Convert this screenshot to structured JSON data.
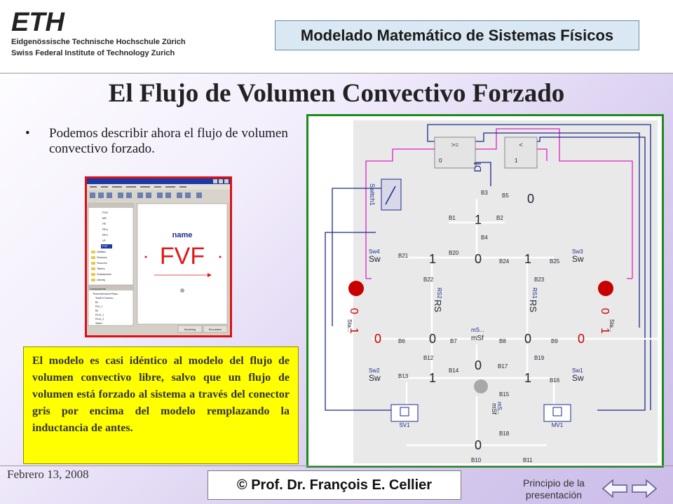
{
  "header": {
    "institution_lines": [
      "Eidgenössische Technische Hochschule Zürich",
      "Swiss Federal Institute of Technology Zurich"
    ],
    "course_title": "Modelado Matemático de Sistemas Físicos"
  },
  "slide": {
    "title": "El Flujo de Volumen Convectivo Forzado",
    "bullet": "Podemos describir ahora el flujo de volumen convectivo forzado.",
    "note": "El modelo es casi idéntico al modelo del flujo de volumen convectivo libre, salvo que un flujo de volumen está forzado al sistema a través del conector gris por encima del modelo remplazando la inductancia de antes."
  },
  "screenshot": {
    "icon_name": "name",
    "icon_label": "FVF",
    "tree_items": [
      "PVE",
      "ME",
      "PE",
      "RFq",
      "RFV",
      "VF",
      "FVF",
      "Utilities",
      "Sensors",
      "Sources",
      "Tables",
      "Substances",
      "Library"
    ],
    "components_header": "Components",
    "component_items": [
      "ThermoBondLib.Passi...",
      "TestFvf Thermo...",
      "B1",
      "Fb3_1",
      "B2",
      "Fb13_1",
      "Fb13_2",
      "State1"
    ],
    "tab_labels": [
      "Modeling",
      "Simulation"
    ]
  },
  "diagram": {
    "blocks": {
      "cmp_ge": ">=",
      "cmp_lt": "<",
      "switch": "Switch1",
      "df": "Df",
      "sw4": "Sw4",
      "sw3": "Sw3",
      "sw2": "Sw2",
      "sw1": "Sw1",
      "sw": "Sw",
      "rs1": "RS1",
      "rs2": "RS2",
      "rs": "RS",
      "msf_top": "mS...",
      "msf": "mSf",
      "msf_lower": "mS...",
      "msf_lower2": "mSf",
      "sv1": "SV1",
      "mv1": "MV1",
      "sta": "Sta..."
    },
    "bond_labels": [
      "B5",
      "B3",
      "B1",
      "B2",
      "B4",
      "B21",
      "B20",
      "B24",
      "B25",
      "B22",
      "B23",
      "B6",
      "B7",
      "B8",
      "B9",
      "B12",
      "B19",
      "B14",
      "B17",
      "B13",
      "B16",
      "B15",
      "B18",
      "B10",
      "B11"
    ],
    "junction_values": [
      "0",
      "1",
      "1",
      "0",
      "1",
      "0",
      "0",
      "0",
      "0",
      "0",
      "1",
      "1",
      "1"
    ],
    "port_values": [
      "0",
      "0",
      "0",
      "0",
      "1",
      "1"
    ]
  },
  "footer": {
    "date": "Febrero 13, 2008",
    "copyright": "© Prof. Dr. François E. Cellier",
    "home_link": "Principio de la presentación"
  },
  "colors": {
    "note_bg": "#ffff00",
    "shot_border": "#dd1111",
    "diagram_border": "#1e8a1e",
    "course_box_bg": "#d9e8f3",
    "signal_pink": "#e020c8",
    "signal_navy": "#1a2a8a"
  }
}
